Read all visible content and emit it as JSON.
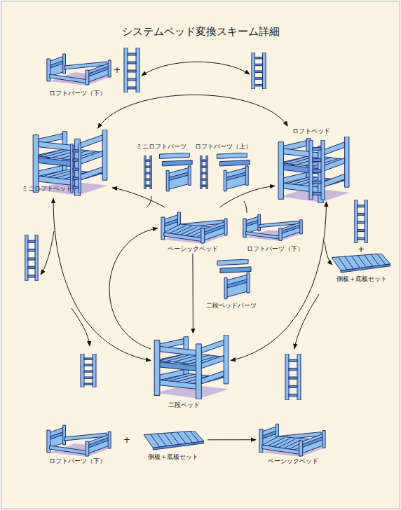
{
  "diagram": {
    "title": "システムベッド変換スキーム詳細",
    "nodes": [
      {
        "text": [
          "ロフトパーツ（下）"
        ]
      },
      {
        "text": [
          "ミニロフトベッド"
        ]
      },
      {
        "text": [
          "ミニロフトパーツ"
        ]
      },
      {
        "text": [
          "ロフトパーツ（上）"
        ]
      },
      {
        "text": [
          "ロフトベッド"
        ]
      },
      {
        "text": [
          "ベーシックベッド"
        ]
      },
      {
        "text": [
          "ロフトパーツ（下）"
        ]
      },
      {
        "text": [
          "側板＋底板セット"
        ]
      },
      {
        "text": [
          "二段ベッドパーツ"
        ]
      },
      {
        "text": [
          "二段ベッド"
        ]
      },
      {
        "text": [
          "ロフトパーツ（下）"
        ]
      },
      {
        "text": [
          "側板＋底板セット"
        ]
      },
      {
        "text": [
          "ベーシックベッド"
        ]
      }
    ],
    "edges": [
      {
        "from": 1,
        "to": 4,
        "arrow": "both"
      },
      {
        "from": 5,
        "to": 1,
        "arrow": "to"
      },
      {
        "from": 5,
        "to": 4,
        "arrow": "to"
      },
      {
        "from": 5,
        "to": 9,
        "arrow": "to"
      },
      {
        "from": 1,
        "to": 9,
        "arrow": "both"
      },
      {
        "from": 4,
        "to": 9,
        "arrow": "both"
      },
      {
        "from": 9,
        "to": 5,
        "arrow": "to"
      },
      {
        "from": 11,
        "to": 12,
        "arrow": "to"
      }
    ],
    "labels": [
      "+",
      "+",
      "+"
    ]
  }
}
